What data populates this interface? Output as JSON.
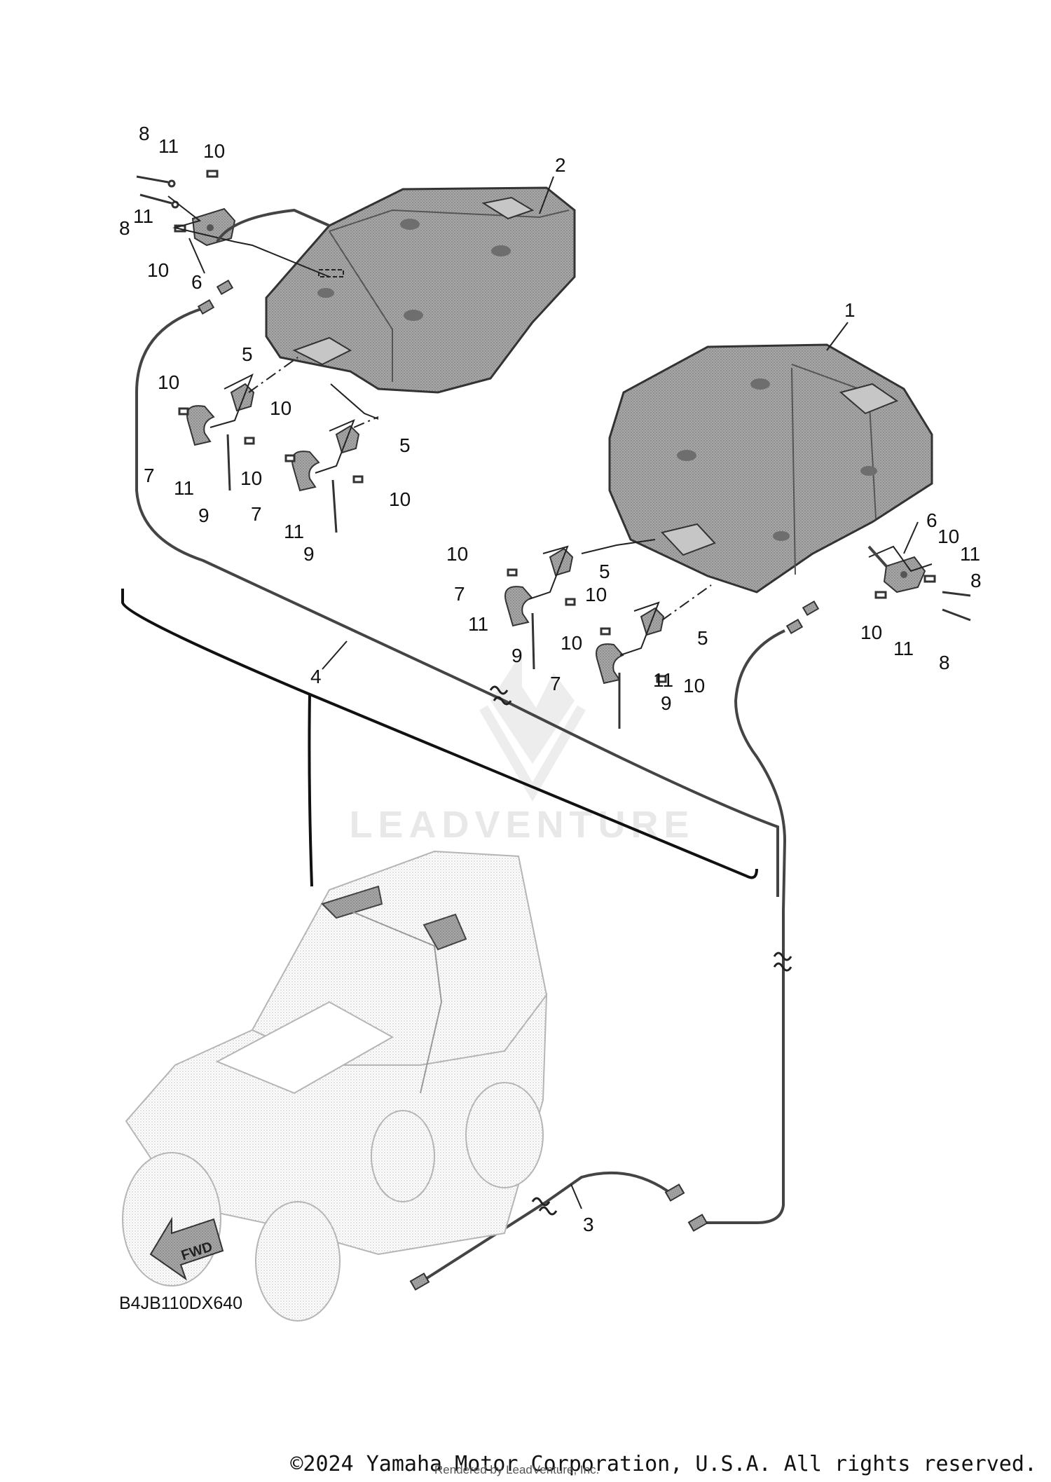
{
  "diagram": {
    "part_labels": [
      "1",
      "2",
      "3",
      "4",
      "5",
      "6",
      "7",
      "8",
      "9",
      "10",
      "11"
    ],
    "diagram_code": "B4JB110DX640",
    "fwd_label": "FWD",
    "watermark": "LEADVENTURE"
  },
  "footer": {
    "copyright": "©2024 Yamaha Motor Corporation, U.S.A. All rights reserved.",
    "rendered_by": "Rendered by LeadVenture, Inc."
  },
  "colors": {
    "line": "#333333",
    "part_fill": "#9a9a9a",
    "part_fill_light": "#c8c8c8",
    "vehicle": "#d0d0d0",
    "watermark": "#e8e8e8"
  }
}
